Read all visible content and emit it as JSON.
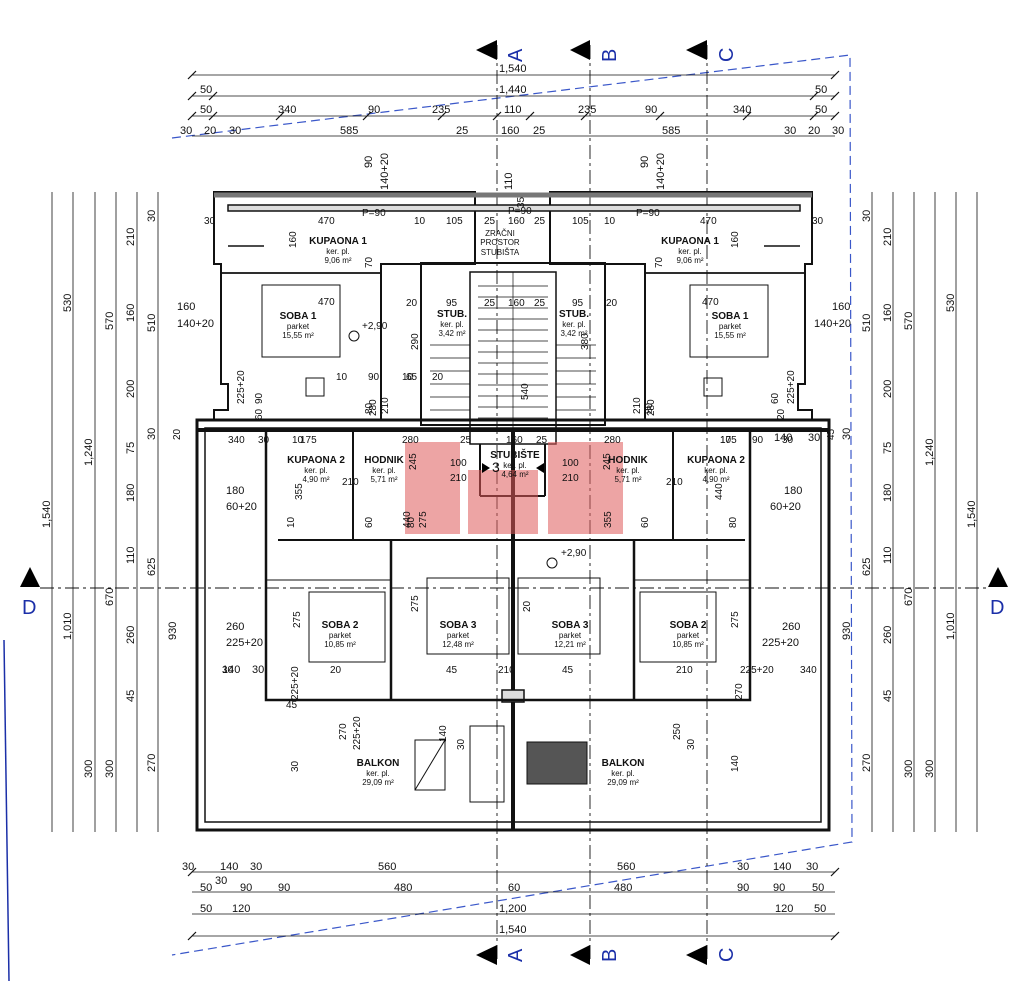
{
  "section_markers": {
    "top": [
      "A",
      "B",
      "C"
    ],
    "bottom": [
      "A",
      "B",
      "C"
    ],
    "side": "D"
  },
  "dims_top": {
    "row1": [
      "1,540"
    ],
    "row2": [
      "50",
      "1,440",
      "50"
    ],
    "row3": [
      "50",
      "340",
      "90",
      "235",
      "110",
      "235",
      "90",
      "340",
      "50"
    ],
    "row4": [
      "30",
      "20",
      "30",
      "585",
      "25",
      "160",
      "25",
      "585",
      "30",
      "20",
      "30"
    ],
    "inner": [
      "90",
      "140+20",
      "110",
      "90",
      "140+20"
    ]
  },
  "dims_bottom": {
    "row1": [
      "30",
      "140",
      "30",
      "560",
      "560",
      "30",
      "140",
      "30"
    ],
    "row2": [
      "30",
      "50",
      "90",
      "90",
      "480",
      "60",
      "480",
      "90",
      "90",
      "50"
    ],
    "row3": [
      "50",
      "120",
      "1,200",
      "120",
      "50"
    ],
    "row4": [
      "1,540"
    ]
  },
  "dims_left": {
    "outer": [
      "1,540"
    ],
    "c2": [
      "1,240",
      "1,010"
    ],
    "c3": [
      "530",
      "570",
      "670",
      "300"
    ],
    "c4": [
      "160",
      "200",
      "180",
      "260",
      "300",
      "210",
      "75",
      "110",
      "45"
    ],
    "c5": [
      "510",
      "625",
      "930",
      "270",
      "30",
      "30"
    ],
    "inner": [
      "160",
      "140+20",
      "180",
      "60+20",
      "260",
      "225+20",
      "140",
      "30"
    ]
  },
  "dims_right": {
    "outer": [
      "1,540"
    ],
    "c2": [
      "1,240",
      "1,010"
    ],
    "c3": [
      "530",
      "570",
      "670",
      "300"
    ],
    "c4": [
      "160",
      "200",
      "180",
      "260",
      "300",
      "210",
      "75",
      "110",
      "45"
    ],
    "c5": [
      "510",
      "625",
      "930",
      "270",
      "30",
      "30"
    ],
    "inner": [
      "160",
      "140+20",
      "180",
      "60+20",
      "260",
      "225+20",
      "140",
      "30"
    ]
  },
  "rooms": [
    {
      "name": "KUPAONA 1",
      "sub": "ker. pl.",
      "area": "9,06 m²"
    },
    {
      "name": "KUPAONA 1",
      "sub": "ker. pl.",
      "area": "9,06 m²"
    },
    {
      "name": "SOBA 1",
      "sub": "parket",
      "area": "15,55 m²"
    },
    {
      "name": "SOBA 1",
      "sub": "parket",
      "area": "15,55 m²"
    },
    {
      "name": "STUB.",
      "sub": "ker. pl.",
      "area": "3,42 m²"
    },
    {
      "name": "STUB.",
      "sub": "ker. pl.",
      "area": "3,42 m²"
    },
    {
      "name": "ZRAČNI",
      "sub": "PROSTOR",
      "area": "STUBIŠTA"
    },
    {
      "name": "KUPAONA 2",
      "sub": "ker. pl.",
      "area": "4,90 m²"
    },
    {
      "name": "KUPAONA 2",
      "sub": "ker. pl.",
      "area": "4,90 m²"
    },
    {
      "name": "HODNIK",
      "sub": "ker. pl.",
      "area": "5,71 m²"
    },
    {
      "name": "HODNIK",
      "sub": "ker. pl.",
      "area": "5,71 m²"
    },
    {
      "name": "STUBIŠTE",
      "sub": "ker. pl.",
      "area": "4,64 m²"
    },
    {
      "name": "SOBA 2",
      "sub": "parket",
      "area": "10,85 m²"
    },
    {
      "name": "SOBA 3",
      "sub": "parket",
      "area": "12,48 m²"
    },
    {
      "name": "SOBA 3",
      "sub": "parket",
      "area": "12,21 m²"
    },
    {
      "name": "SOBA 2",
      "sub": "parket",
      "area": "10,85 m²"
    },
    {
      "name": "BALKON",
      "sub": "ker. pl.",
      "area": "29,09 m²"
    },
    {
      "name": "BALKON",
      "sub": "ker. pl.",
      "area": "29,09 m²"
    }
  ],
  "levels": [
    "+2,90",
    "+2,90"
  ],
  "stair_number": "3",
  "interior_labels": [
    "P=90",
    "P=90",
    "P=90",
    "470",
    "470",
    "470",
    "470",
    "105",
    "105",
    "25",
    "160",
    "25",
    "35",
    "10",
    "10",
    "160",
    "160",
    "70",
    "70",
    "30",
    "30",
    "95",
    "95",
    "25",
    "160",
    "25",
    "290",
    "380",
    "540",
    "20",
    "20",
    "10",
    "90",
    "10",
    "65",
    "20",
    "210",
    "210",
    "80",
    "80",
    "10",
    "10",
    "175",
    "175",
    "280",
    "280",
    "25",
    "160",
    "25",
    "245",
    "245",
    "100",
    "100",
    "210",
    "210",
    "210",
    "210",
    "280",
    "280",
    "60",
    "60",
    "10",
    "80",
    "80",
    "355",
    "355",
    "440",
    "440",
    "275",
    "275",
    "275",
    "275",
    "20",
    "20",
    "45",
    "45",
    "210",
    "210",
    "225+20",
    "225+20",
    "270",
    "270",
    "250",
    "225+20",
    "30",
    "30",
    "140",
    "140",
    "30",
    "30",
    "340",
    "340",
    "30",
    "30",
    "90",
    "90",
    "225+20",
    "225+20",
    "60",
    "60",
    "20",
    "20",
    "45",
    "45"
  ],
  "colors": {
    "line": "#111111",
    "blue": "#1b2fa8",
    "dash": "#3a57c9",
    "watermark": "#e05a5a"
  }
}
